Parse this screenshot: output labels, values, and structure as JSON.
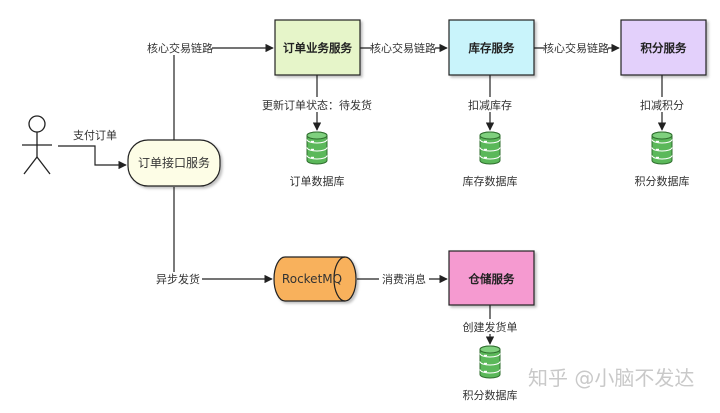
{
  "actor": {
    "icon": "person-icon"
  },
  "nodes": {
    "order_api": "订单接口服务",
    "order_service": "订单业务服务",
    "inventory_service": "库存服务",
    "points_service": "积分服务",
    "rocketmq": "RocketMQ",
    "warehouse_service": "仓储服务"
  },
  "databases": {
    "order_db": "订单数据库",
    "inventory_db": "库存数据库",
    "points_db": "积分数据库",
    "warehouse_db": "积分数据库"
  },
  "edge_labels": {
    "pay_order": "支付订单",
    "core_link_1": "核心交易链路",
    "core_link_2": "核心交易链路",
    "core_link_3": "核心交易链路",
    "update_status": "更新订单状态：待发货",
    "deduct_stock": "扣减库存",
    "deduct_points": "扣减积分",
    "async_ship": "异步发货",
    "consume_msg": "消费消息",
    "create_shipment": "创建发货单"
  },
  "watermark": "知乎 @小脑不发达",
  "colors": {
    "order_service": "#e6f5c9",
    "inventory_service": "#c9f4fb",
    "points_service": "#e3d0fb",
    "rocketmq": "#f8b15c",
    "warehouse_service": "#f59ad0",
    "order_api": "#fdfde6",
    "database": "#5bb85a"
  }
}
